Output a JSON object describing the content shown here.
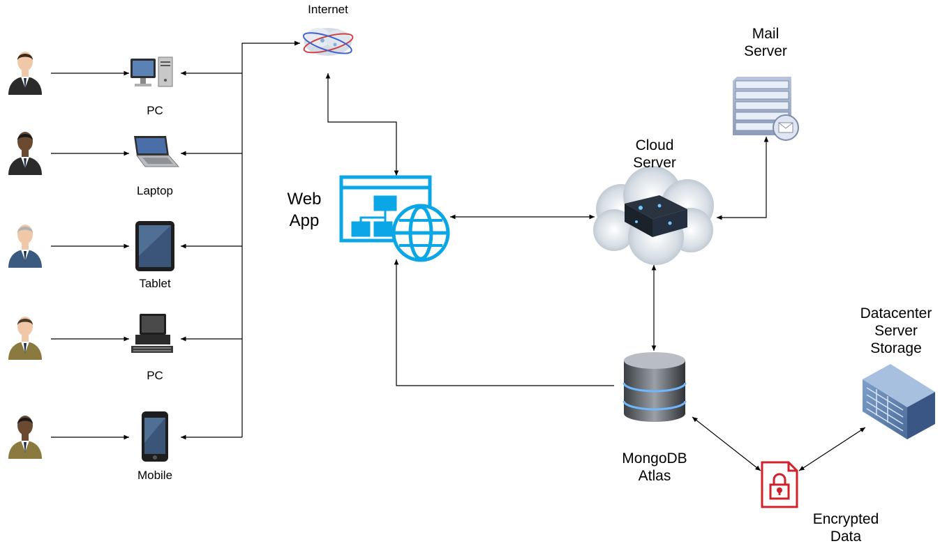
{
  "nodes": {
    "internet": {
      "label": "Internet"
    },
    "mail_server": {
      "label_line1": "Mail",
      "label_line2": "Server"
    },
    "cloud_server": {
      "label_line1": "Cloud",
      "label_line2": "Server"
    },
    "web_app": {
      "label_line1": "Web",
      "label_line2": "App"
    },
    "mongodb": {
      "label_line1": "MongoDB",
      "label_line2": "Atlas"
    },
    "datacenter": {
      "label_line1": "Datacenter",
      "label_line2": "Server",
      "label_line3": "Storage"
    },
    "encrypted": {
      "label_line1": "Encrypted",
      "label_line2": "Data"
    }
  },
  "devices": [
    {
      "label": "PC",
      "icon": "desktop-pc-icon"
    },
    {
      "label": "Laptop",
      "icon": "laptop-icon"
    },
    {
      "label": "Tablet",
      "icon": "tablet-icon"
    },
    {
      "label": "PC",
      "icon": "workstation-pc-icon"
    },
    {
      "label": "Mobile",
      "icon": "mobile-phone-icon"
    }
  ],
  "users": [
    {
      "icon": "user-icon",
      "suit": "#2b2b2b",
      "skin": "#f0c8a8",
      "hair": "#3a2a1a"
    },
    {
      "icon": "user-icon",
      "suit": "#2b2b2b",
      "skin": "#6b4a32",
      "hair": "#1a1a1a"
    },
    {
      "icon": "user-icon",
      "suit": "#3a5a80",
      "skin": "#f0c8a8",
      "hair": "#b0b0b0"
    },
    {
      "icon": "user-icon",
      "suit": "#8a7a40",
      "skin": "#f0c8a8",
      "hair": "#4a3a2a"
    },
    {
      "icon": "user-icon",
      "suit": "#8a7a40",
      "skin": "#6b4a32",
      "hair": "#1a1a1a"
    }
  ],
  "colors": {
    "webapp": "#0aa6e6",
    "encrypted": "#d0202a",
    "line": "#000000"
  }
}
